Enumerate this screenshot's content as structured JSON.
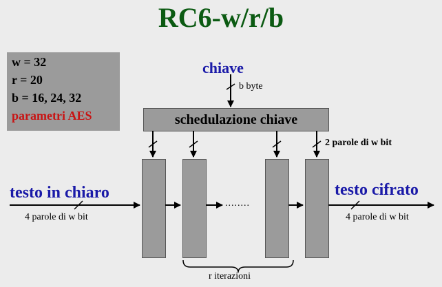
{
  "title": "RC6-w/r/b",
  "params": {
    "w": "w = 32",
    "r": "r = 20",
    "b": "b = 16, 24, 32",
    "note": "parametri AES"
  },
  "key": {
    "label": "chiave",
    "size": "b byte"
  },
  "schedule": {
    "label": "schedulazione chiave",
    "subkey_note": "2 parole di w bit"
  },
  "input": {
    "label": "testo in chiaro",
    "size": "4 parole di w bit"
  },
  "output": {
    "label": "testo cifrato",
    "size": "4 parole di w bit"
  },
  "rounds": {
    "count_visible": 4,
    "ellipsis": "........",
    "brace_label": "r  iterazioni"
  },
  "colors": {
    "title": "#0b5a12",
    "emphasis": "#1a1aa8",
    "aes_note": "#c81414",
    "box_fill": "#9b9b9b",
    "background": "#ececec"
  }
}
